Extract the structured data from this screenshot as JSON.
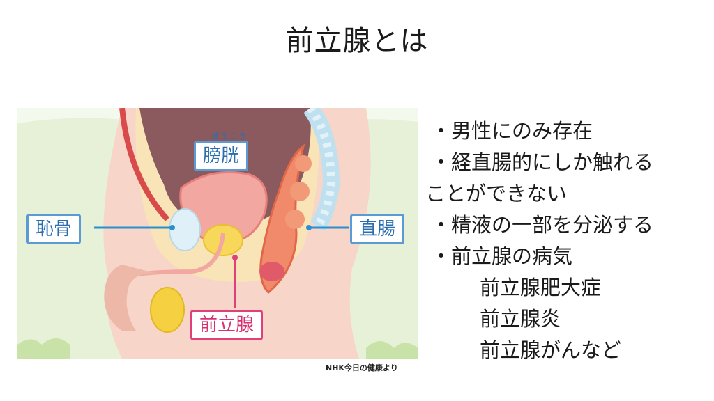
{
  "title": "前立腺とは",
  "figure": {
    "labels": {
      "bladder": "膀胱",
      "bladder_ruby": "ぼうこう",
      "pubis": "恥骨",
      "rectum": "直腸",
      "prostate": "前立腺"
    },
    "credit": "NHK今日の健康より",
    "colors": {
      "label_blue": "#2a6eb0",
      "label_pink": "#d63070",
      "background_green": "#e6f1d8"
    }
  },
  "bullets": [
    {
      "text": "・男性にのみ存在",
      "level": 0
    },
    {
      "text": "・経直腸的にしか触れる",
      "level": 0
    },
    {
      "text": "ことができない",
      "level": 0
    },
    {
      "text": "・精液の一部を分泌する",
      "level": 0
    },
    {
      "text": "・前立腺の病気",
      "level": 0
    },
    {
      "text": "前立腺肥大症",
      "level": 1
    },
    {
      "text": "前立腺炎",
      "level": 1
    },
    {
      "text": "前立腺がんなど",
      "level": 1
    }
  ]
}
